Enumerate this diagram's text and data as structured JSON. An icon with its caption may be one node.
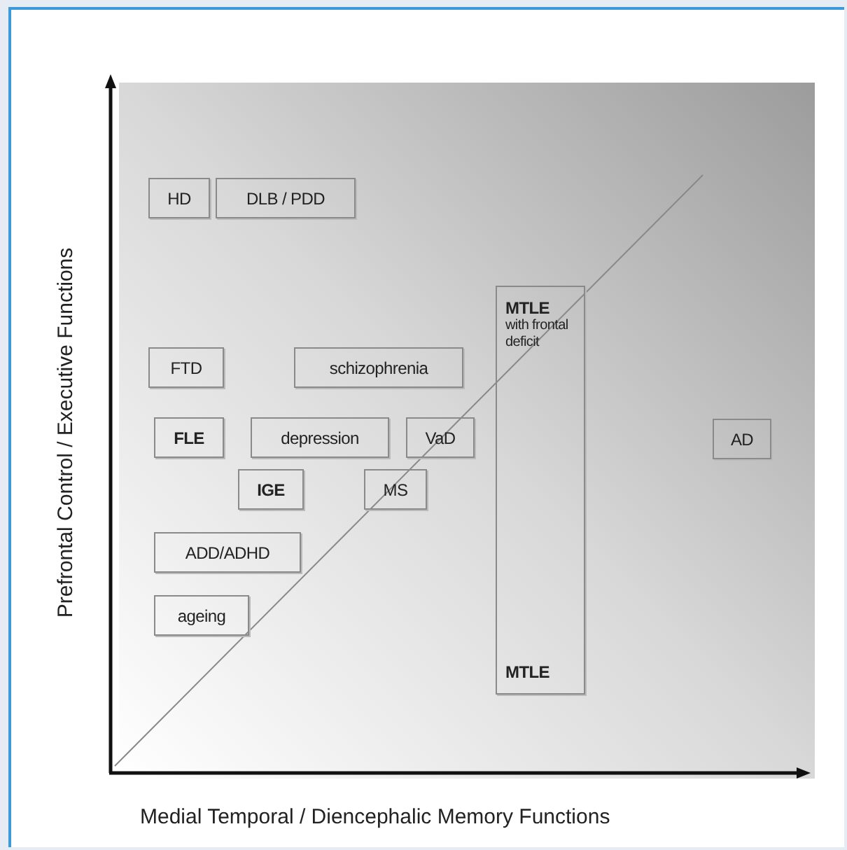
{
  "diagram": {
    "nodes": [
      {
        "text": [
          "HD"
        ]
      },
      {
        "text": [
          "DLB / PDD"
        ]
      },
      {
        "text": [
          "MTLE",
          "with frontal deficit",
          "MTLE"
        ]
      },
      {
        "text": [
          "FTD"
        ]
      },
      {
        "text": [
          "schizophrenia"
        ]
      },
      {
        "text": [
          "FLE"
        ]
      },
      {
        "text": [
          "depression"
        ]
      },
      {
        "text": [
          "VaD"
        ]
      },
      {
        "text": [
          "AD"
        ]
      },
      {
        "text": [
          "IGE"
        ]
      },
      {
        "text": [
          "MS"
        ]
      },
      {
        "text": [
          "ADD/ADHD"
        ]
      },
      {
        "text": [
          "ageing"
        ]
      }
    ],
    "labels": [
      "Prefrontal Control / Executive Functions",
      "Medial Temporal /  Diencephalic  Memory Functions"
    ]
  }
}
